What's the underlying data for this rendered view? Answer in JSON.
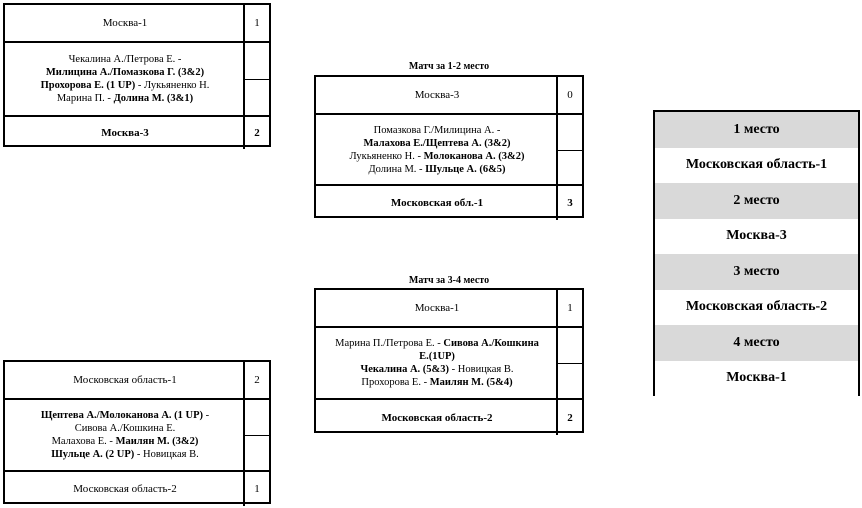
{
  "top_left": {
    "team1": {
      "name": "Москва-1",
      "score": "1",
      "bold": false
    },
    "games": [
      [
        {
          "t": "Чекалина А./Петрова Е. - ",
          "b": false
        }
      ],
      [
        {
          "t": "Милицина А./Помазкова Г. (3&2)",
          "b": true
        }
      ],
      [
        {
          "t": "Прохорова Е. (1 UP)",
          "b": true
        },
        {
          "t": " - Лукьяненко Н.",
          "b": false
        }
      ],
      [
        {
          "t": "Марина П. - ",
          "b": false
        },
        {
          "t": "Долина М. (3&1)",
          "b": true
        }
      ]
    ],
    "team2": {
      "name": "Москва-3",
      "score": "2",
      "bold": true
    }
  },
  "bottom_left": {
    "team1": {
      "name": "Московская область-1",
      "score": "2",
      "bold": false
    },
    "games": [
      [
        {
          "t": "Щептева А./Молоканова А. (1 UP)",
          "b": true
        },
        {
          "t": " -",
          "b": false
        }
      ],
      [
        {
          "t": "Сивова А./Кошкина Е.",
          "b": false
        }
      ],
      [
        {
          "t": "Малахова Е. - ",
          "b": false
        },
        {
          "t": "Маилян М. (3&2)",
          "b": true
        }
      ],
      [
        {
          "t": "Шульце А. (2 UP)",
          "b": true
        },
        {
          "t": " -  Новицкая В.",
          "b": false
        }
      ]
    ],
    "team2": {
      "name": "Московская область-2",
      "score": "1",
      "bold": false
    }
  },
  "final_12": {
    "title": "Матч за 1-2 место",
    "team1": {
      "name": "Москва-3",
      "score": "0",
      "bold": false
    },
    "games": [
      [
        {
          "t": "Помазкова Г./Милицина А. -",
          "b": false
        }
      ],
      [
        {
          "t": "Малахова Е./Щептева А. (3&2)",
          "b": true
        }
      ],
      [
        {
          "t": "Лукьяненко Н. - ",
          "b": false
        },
        {
          "t": "Молоканова А. (3&2)",
          "b": true
        }
      ],
      [
        {
          "t": "Долина М. - ",
          "b": false
        },
        {
          "t": "Шульце А. (6&5)",
          "b": true
        }
      ]
    ],
    "team2": {
      "name": "Московская обл.-1",
      "score": "3",
      "bold": true
    }
  },
  "final_34": {
    "title": "Матч за 3-4 место",
    "team1": {
      "name": "Москва-1",
      "score": "1",
      "bold": false
    },
    "games": [
      [
        {
          "t": "Марина П./Петрова Е. - ",
          "b": false
        },
        {
          "t": "Сивова А./Кошкина",
          "b": true
        }
      ],
      [
        {
          "t": "Е.(1UP)",
          "b": true
        }
      ],
      [
        {
          "t": "Чекалина А. (5&3)",
          "b": true
        },
        {
          "t": " - Новицкая В.",
          "b": false
        }
      ],
      [
        {
          "t": "Прохорова Е. - ",
          "b": false
        },
        {
          "t": "Маилян М. (5&4)",
          "b": true
        }
      ]
    ],
    "team2": {
      "name": "Московская область-2",
      "score": "2",
      "bold": true
    }
  },
  "standings": [
    {
      "text": "1 место",
      "place": true
    },
    {
      "text": "Московская область-1",
      "place": false
    },
    {
      "text": "2 место",
      "place": true
    },
    {
      "text": "Москва-3",
      "place": false
    },
    {
      "text": "3 место",
      "place": true
    },
    {
      "text": "Московская область-2",
      "place": false
    },
    {
      "text": "4 место",
      "place": true
    },
    {
      "text": "Москва-1",
      "place": false
    }
  ],
  "colors": {
    "place_bg": "#d9d9d9",
    "border": "#000000"
  }
}
